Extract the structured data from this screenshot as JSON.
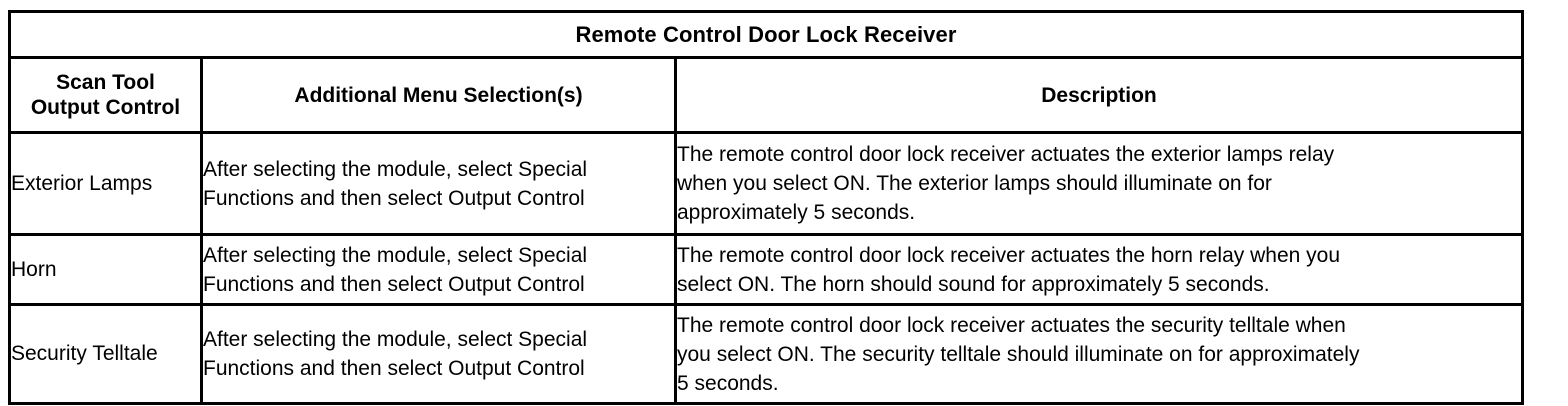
{
  "table": {
    "title": "Remote Control Door Lock Receiver",
    "columns": [
      {
        "id": "scan-tool-output-control",
        "label_line1": "Scan Tool",
        "label_line2": "Output Control"
      },
      {
        "id": "additional-menu-selections",
        "label_line1": "Additional Menu Selection(s)",
        "label_line2": ""
      },
      {
        "id": "description",
        "label_line1": "Description",
        "label_line2": ""
      }
    ],
    "rows": [
      {
        "control": "Exterior Lamps",
        "menu_lines": [
          "After selecting the module, select Special",
          "Functions and then select Output Control"
        ],
        "description_lines": [
          "The remote control door lock receiver actuates the exterior lamps relay",
          "when you select ON. The exterior lamps should illuminate on for",
          "approximately 5 seconds."
        ]
      },
      {
        "control": "Horn",
        "menu_lines": [
          "After selecting the module, select Special",
          "Functions and then select Output Control"
        ],
        "description_lines": [
          "The remote control door lock receiver actuates the horn relay when you",
          "select ON. The horn should sound for approximately 5 seconds."
        ]
      },
      {
        "control": "Security Telltale",
        "menu_lines": [
          "After selecting the module, select Special",
          "Functions and then select Output Control"
        ],
        "description_lines": [
          "The remote control door lock receiver actuates the security telltale when",
          "you select ON. The security telltale should illuminate on for approximately",
          "5 seconds."
        ]
      }
    ]
  },
  "colors": {
    "border": "#000000",
    "background": "#ffffff",
    "text": "#000000"
  }
}
